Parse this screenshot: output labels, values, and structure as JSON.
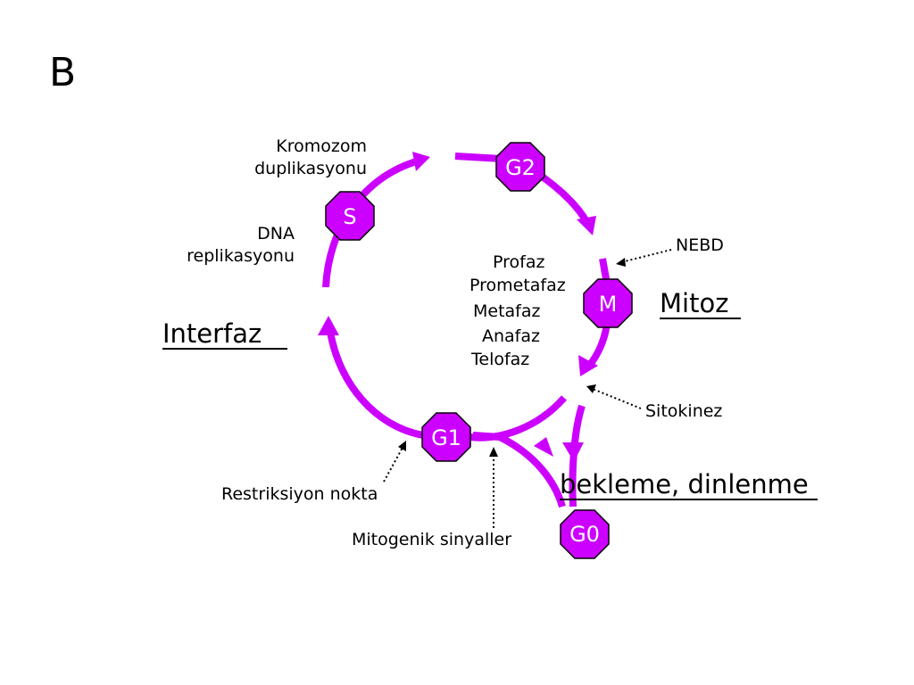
{
  "panel_letter": "B",
  "colors": {
    "cycle": "#cc00ff",
    "text": "#000000",
    "node_text": "#ffffff"
  },
  "nodes": {
    "s": "S",
    "g2": "G2",
    "m": "M",
    "g1": "G1",
    "g0": "G0"
  },
  "labels": {
    "kromozom_line1": "Kromozom",
    "kromozom_line2": "duplikasyonu",
    "dna_line1": "DNA",
    "dna_line2": "replikasyonu",
    "interfaz": "Interfaz",
    "mitoz": "Mitoz",
    "nebd": "NEBD",
    "sitokinez": "Sitokinez",
    "bekleme": "bekleme, dinlenme",
    "restriksiyon": "Restriksiyon nokta",
    "mitogenik": "Mitogenik sinyaller"
  },
  "mitosis_phases": [
    "Profaz",
    "Prometafaz",
    "Metafaz",
    "Anafaz",
    "Telofaz"
  ]
}
